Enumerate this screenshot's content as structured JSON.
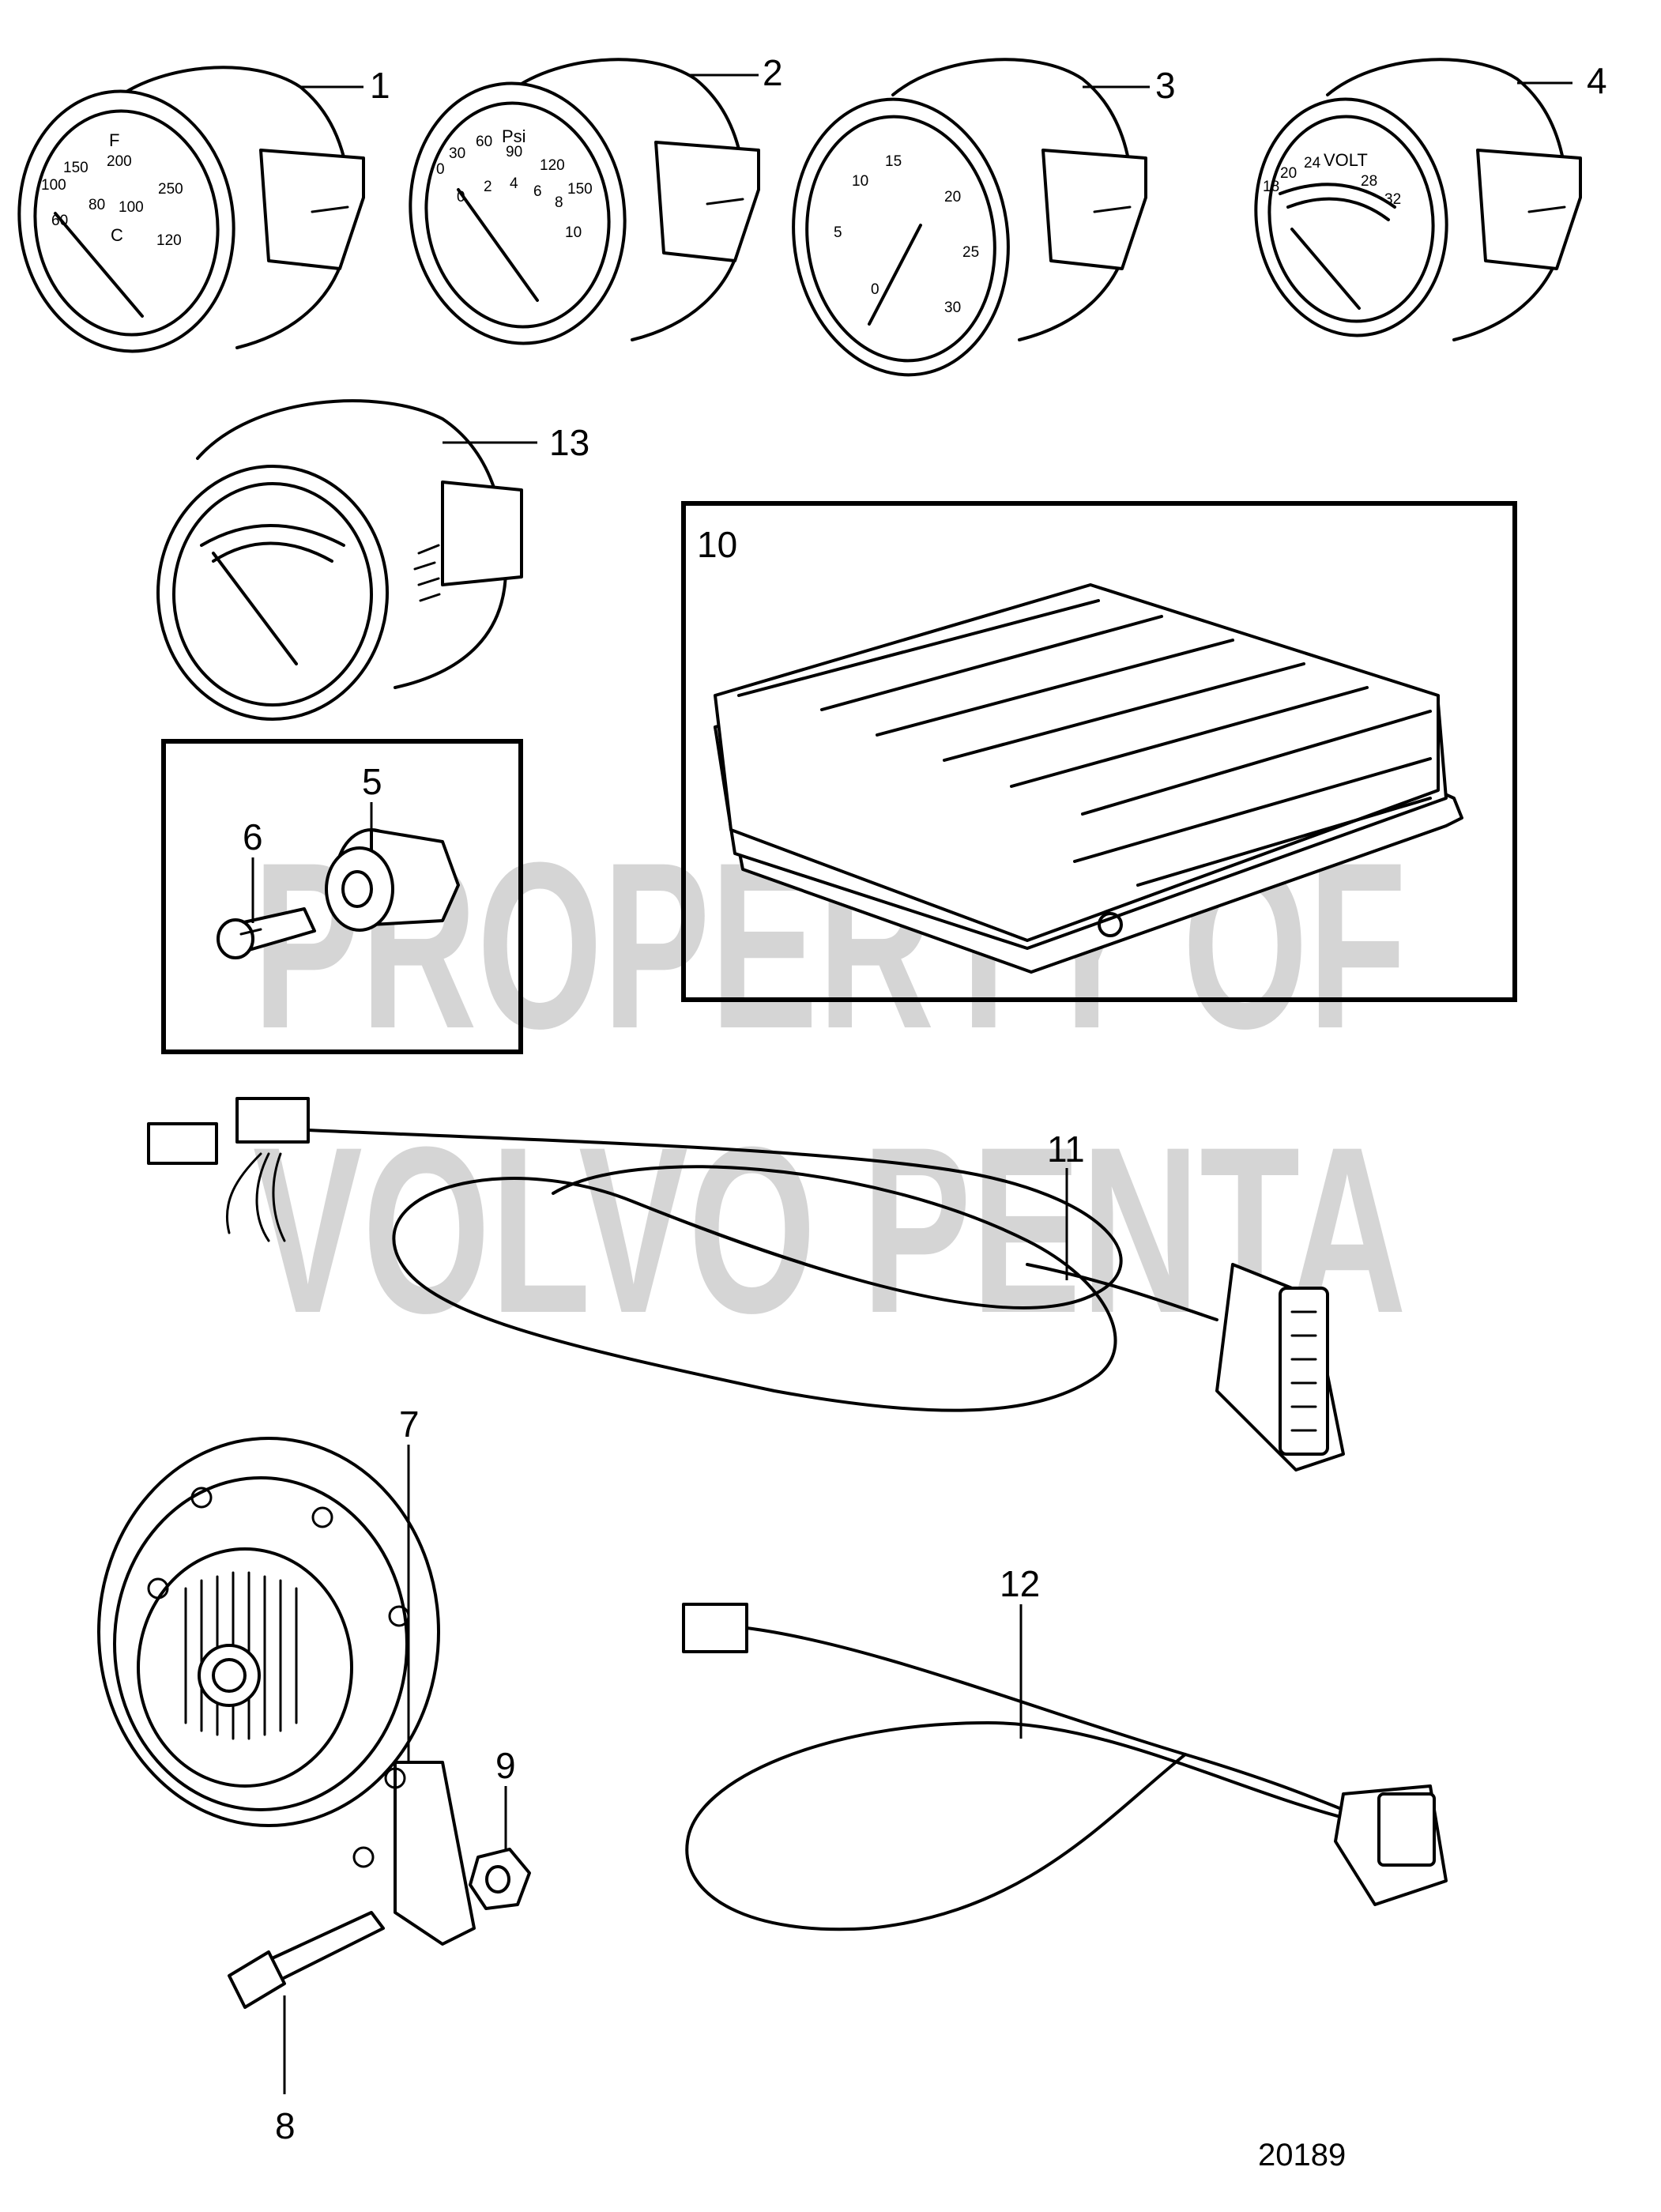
{
  "watermark": {
    "line1": "PROPERTY OF",
    "line2": "VOLVO PENTA"
  },
  "drawing_number": "20189",
  "callouts": [
    "1",
    "2",
    "3",
    "4",
    "5",
    "6",
    "7",
    "8",
    "9",
    "10",
    "11",
    "12",
    "13"
  ],
  "gauges": {
    "temperature": {
      "unit_f": "F",
      "unit_c": "C",
      "f_ticks": [
        "100",
        "150",
        "200",
        "250"
      ],
      "c_ticks": [
        "60",
        "80",
        "100",
        "120"
      ]
    },
    "pressure": {
      "unit": "Psi",
      "psi_ticks": [
        "0",
        "30",
        "60",
        "90",
        "120",
        "150"
      ],
      "bar_ticks": [
        "0",
        "2",
        "4",
        "6",
        "8",
        "10"
      ]
    },
    "generic": {
      "ticks": [
        "0",
        "5",
        "10",
        "15",
        "20",
        "25",
        "30"
      ]
    },
    "voltmeter": {
      "unit": "VOLT",
      "ticks": [
        "18",
        "20",
        "24",
        "28",
        "32"
      ]
    }
  }
}
